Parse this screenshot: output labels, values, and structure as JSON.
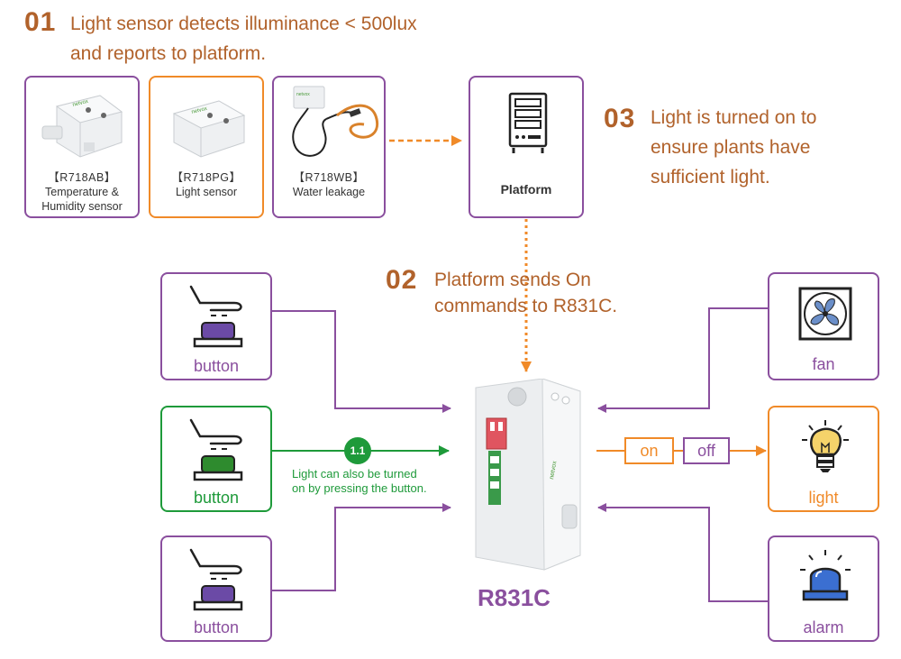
{
  "step01": {
    "number": "01",
    "line1": "Light sensor detects illuminance < 500lux",
    "line2": "and reports to platform."
  },
  "step02": {
    "number": "02",
    "line1": "Platform sends On",
    "line2": "commands to R831C."
  },
  "step03": {
    "number": "03",
    "line1": "Light is turned on to",
    "line2": "ensure plants have",
    "line3": "sufficient light."
  },
  "step11": {
    "number": "1.1",
    "line1": "Light can also be turned",
    "line2": "on by pressing the button."
  },
  "sensors": [
    {
      "model": "【R718AB】",
      "desc1": "Temperature &",
      "desc2": "Humidity  sensor"
    },
    {
      "model": "【R718PG】",
      "desc1": "Light sensor",
      "desc2": ""
    },
    {
      "model": "【R718WB】",
      "desc1": "Water leakage",
      "desc2": ""
    }
  ],
  "platform": {
    "label": "Platform"
  },
  "buttons": [
    {
      "label": "button"
    },
    {
      "label": "button"
    },
    {
      "label": "button"
    }
  ],
  "outputs": [
    {
      "label": "fan"
    },
    {
      "label": "light"
    },
    {
      "label": "alarm"
    }
  ],
  "relay": {
    "on": "on",
    "off": "off"
  },
  "device": {
    "name": "R831C",
    "brand": "netvox"
  },
  "colors": {
    "brown": "#b1622b",
    "purple": "#8a4f9e",
    "orange": "#f08a28",
    "green": "#1e9a3a"
  }
}
